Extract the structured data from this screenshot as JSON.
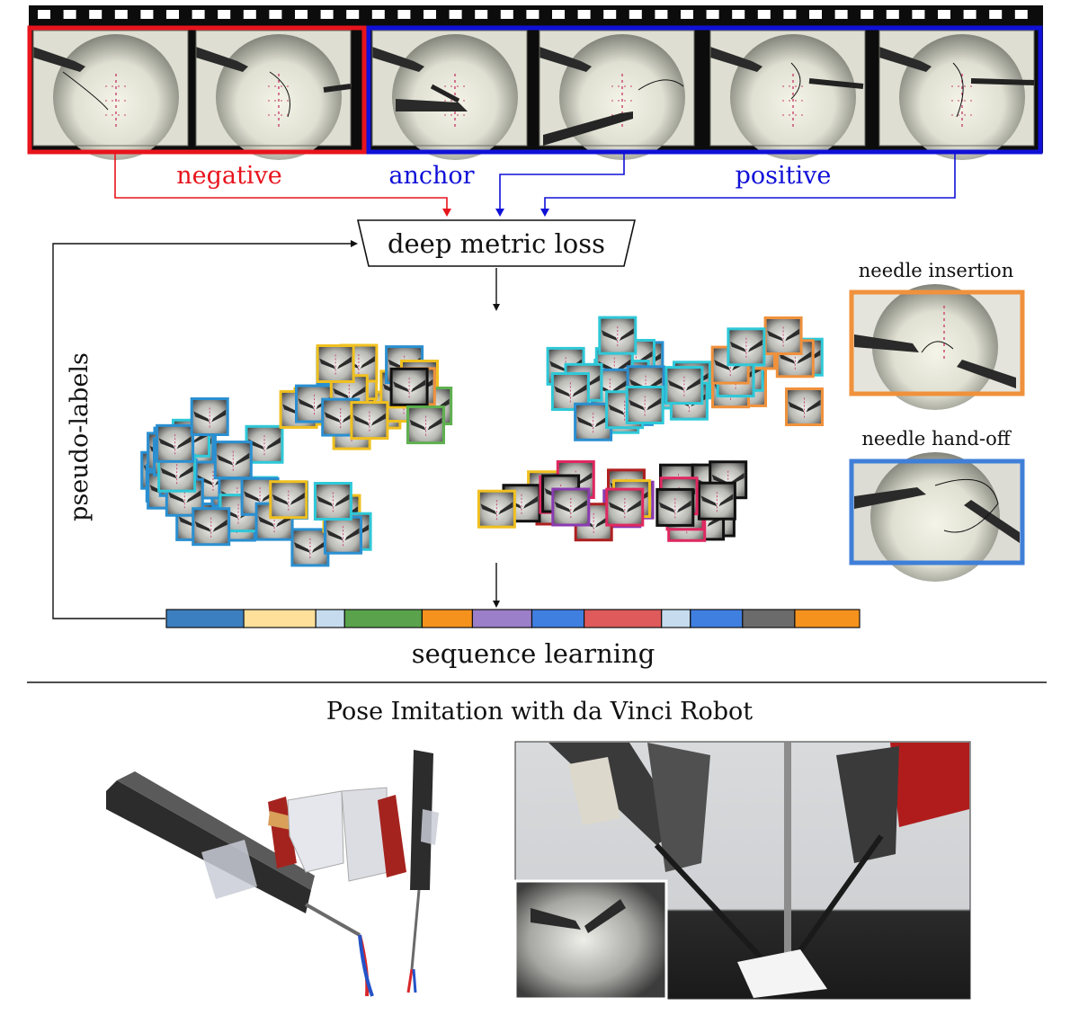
{
  "triplet": {
    "negative_label": "negative",
    "anchor_label": "anchor",
    "positive_label": "positive",
    "colors": {
      "negative": "#e8141c",
      "anchor": "#1010d8",
      "positive": "#1010d8"
    }
  },
  "loss_label": "deep metric loss",
  "feedback_label": "pseudo-labels",
  "sequence_label": "sequence learning",
  "examples": [
    {
      "label": "needle insertion",
      "color": "#f0913c"
    },
    {
      "label": "needle hand-off",
      "color": "#3f7fd8"
    }
  ],
  "sequence_colors": [
    "#3c7fc0",
    "#ffe09a",
    "#c6dcee",
    "#5aa34c",
    "#f5921e",
    "#9b7fc8",
    "#3f7fe0",
    "#df5a5a",
    "#c6dcee",
    "#3f7fe0",
    "#6b6b6b",
    "#f5921e"
  ],
  "sequence_weights": [
    86,
    80,
    32,
    86,
    56,
    66,
    58,
    86,
    32,
    58,
    58,
    72
  ],
  "section_title": "Pose Imitation with da Vinci Robot",
  "cluster_colors": [
    "#2a8fd0",
    "#f0c020",
    "#2fc8d8",
    "#f0913c",
    "#e02860",
    "#b02020",
    "#8a3ab0",
    "#111111",
    "#5fb050"
  ]
}
